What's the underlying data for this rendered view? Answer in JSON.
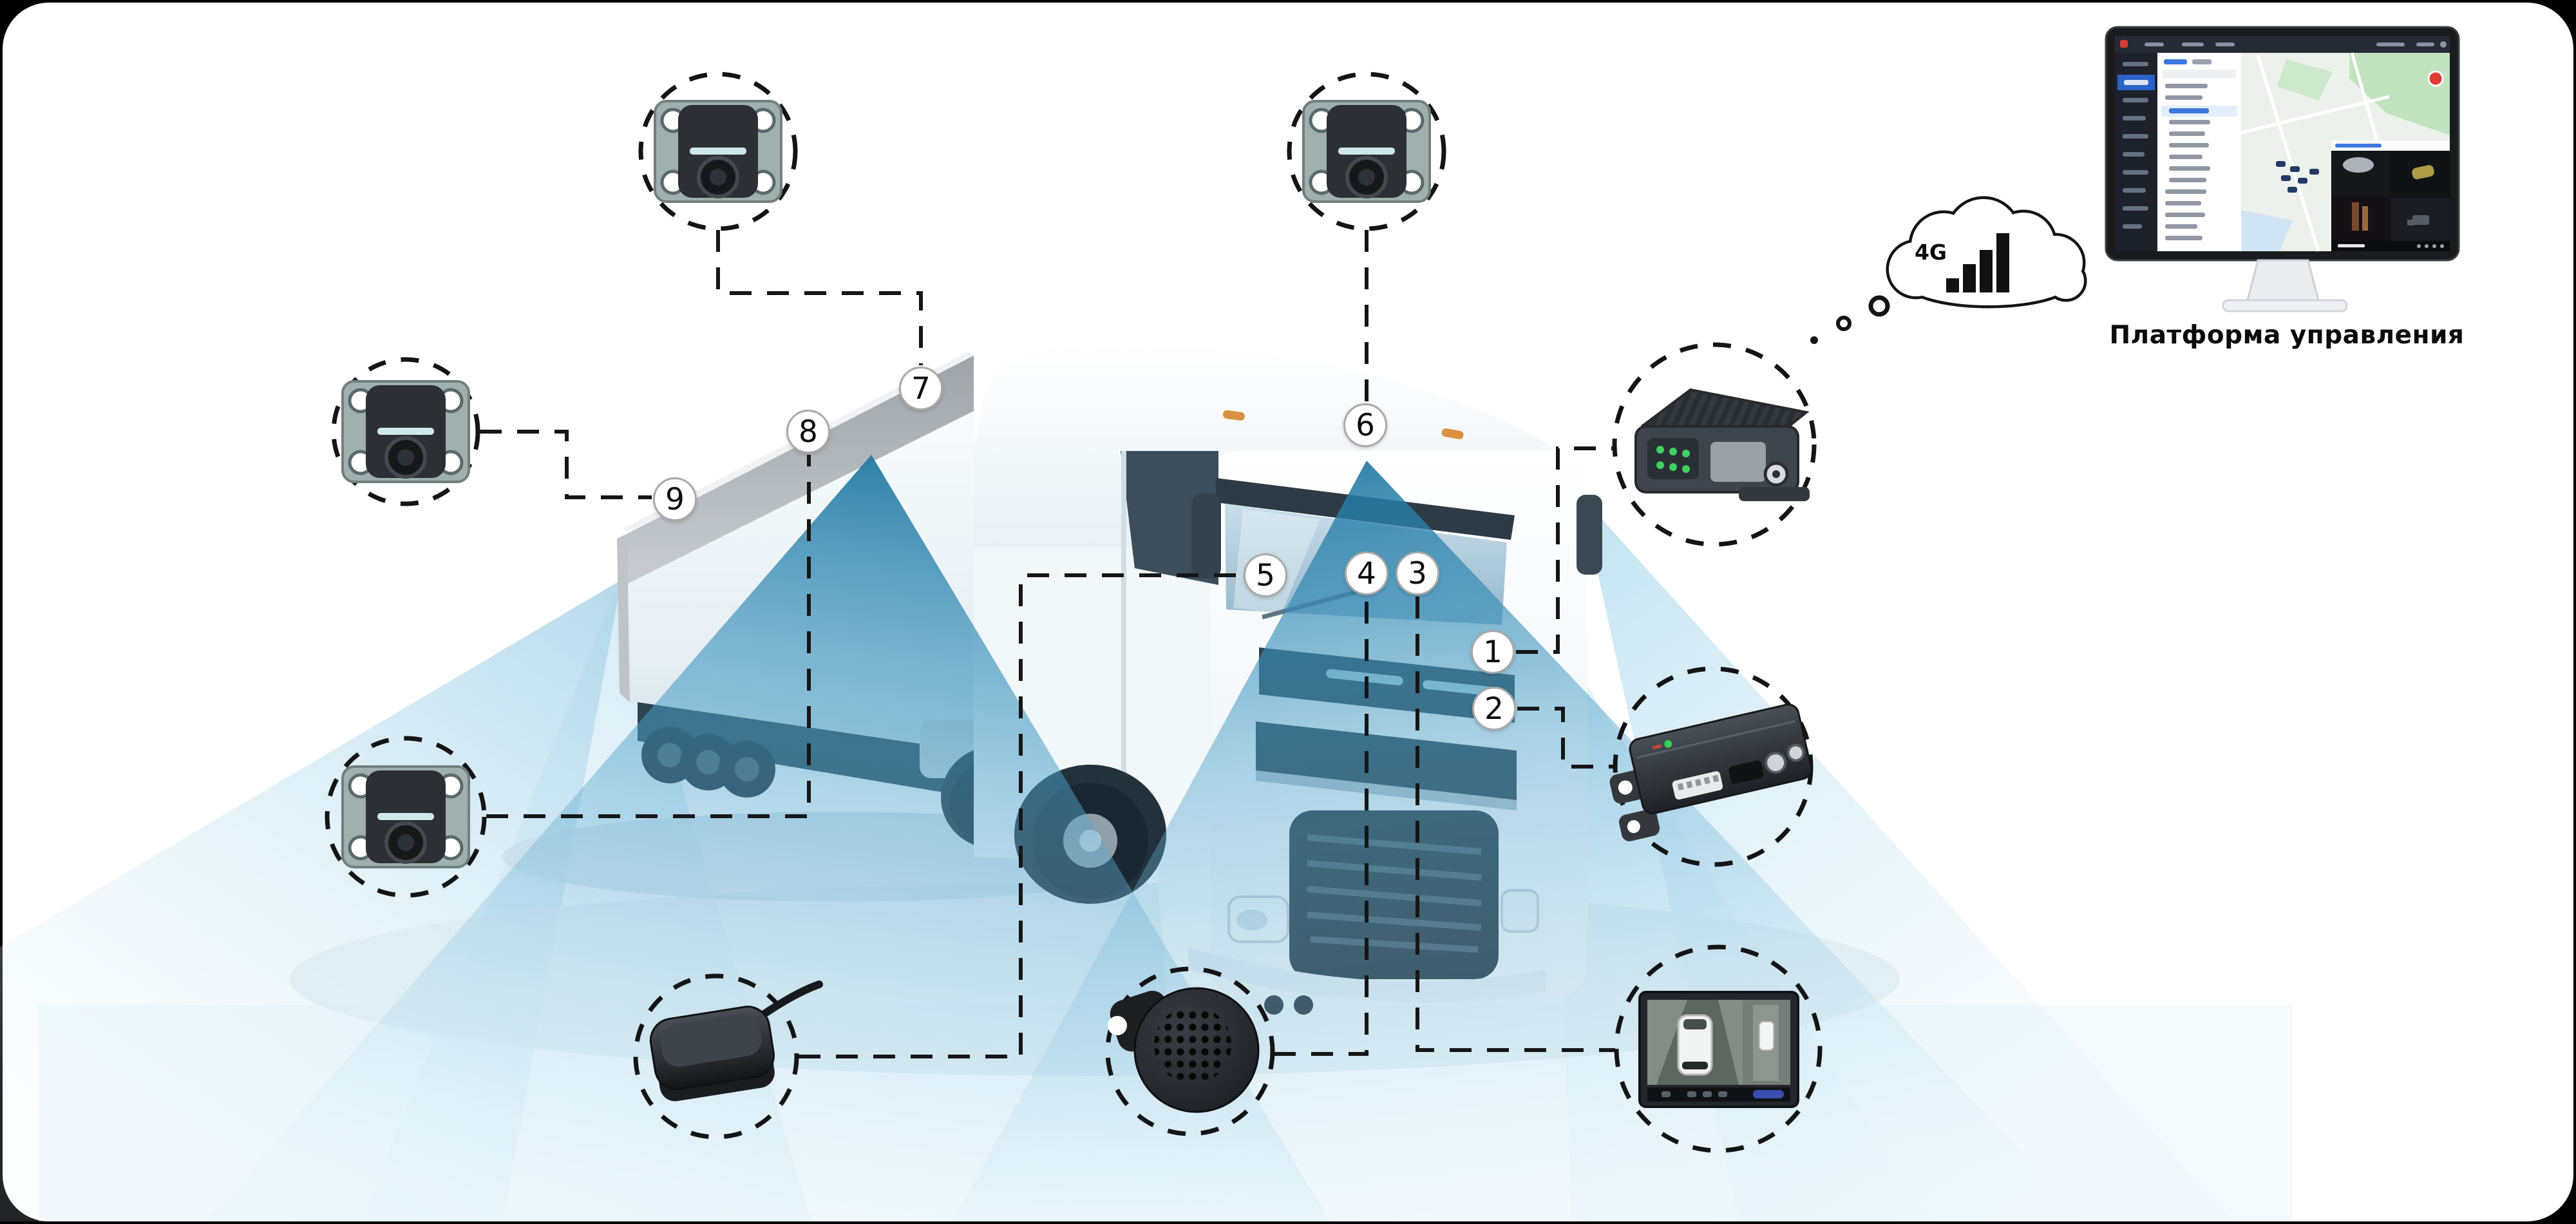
{
  "scene": {
    "caption": "Платформа управления",
    "cloud_label": "4G",
    "markers": [
      {
        "label": "1"
      },
      {
        "label": "2"
      },
      {
        "label": "3"
      },
      {
        "label": "4"
      },
      {
        "label": "5"
      },
      {
        "label": "6"
      },
      {
        "label": "7"
      },
      {
        "label": "8"
      },
      {
        "label": "9"
      }
    ],
    "colors": {
      "page_bg": "#000000",
      "panel_bg": "#ffffff",
      "cone_bright": "#2e86b5",
      "cone_pale": "#bfe0ef",
      "dashed_line": "#161616",
      "badge_border": "#a9a9a9",
      "led_green": "#3ed15e",
      "alert_red": "#e23b31",
      "accent_blue": "#3a77e0"
    }
  }
}
